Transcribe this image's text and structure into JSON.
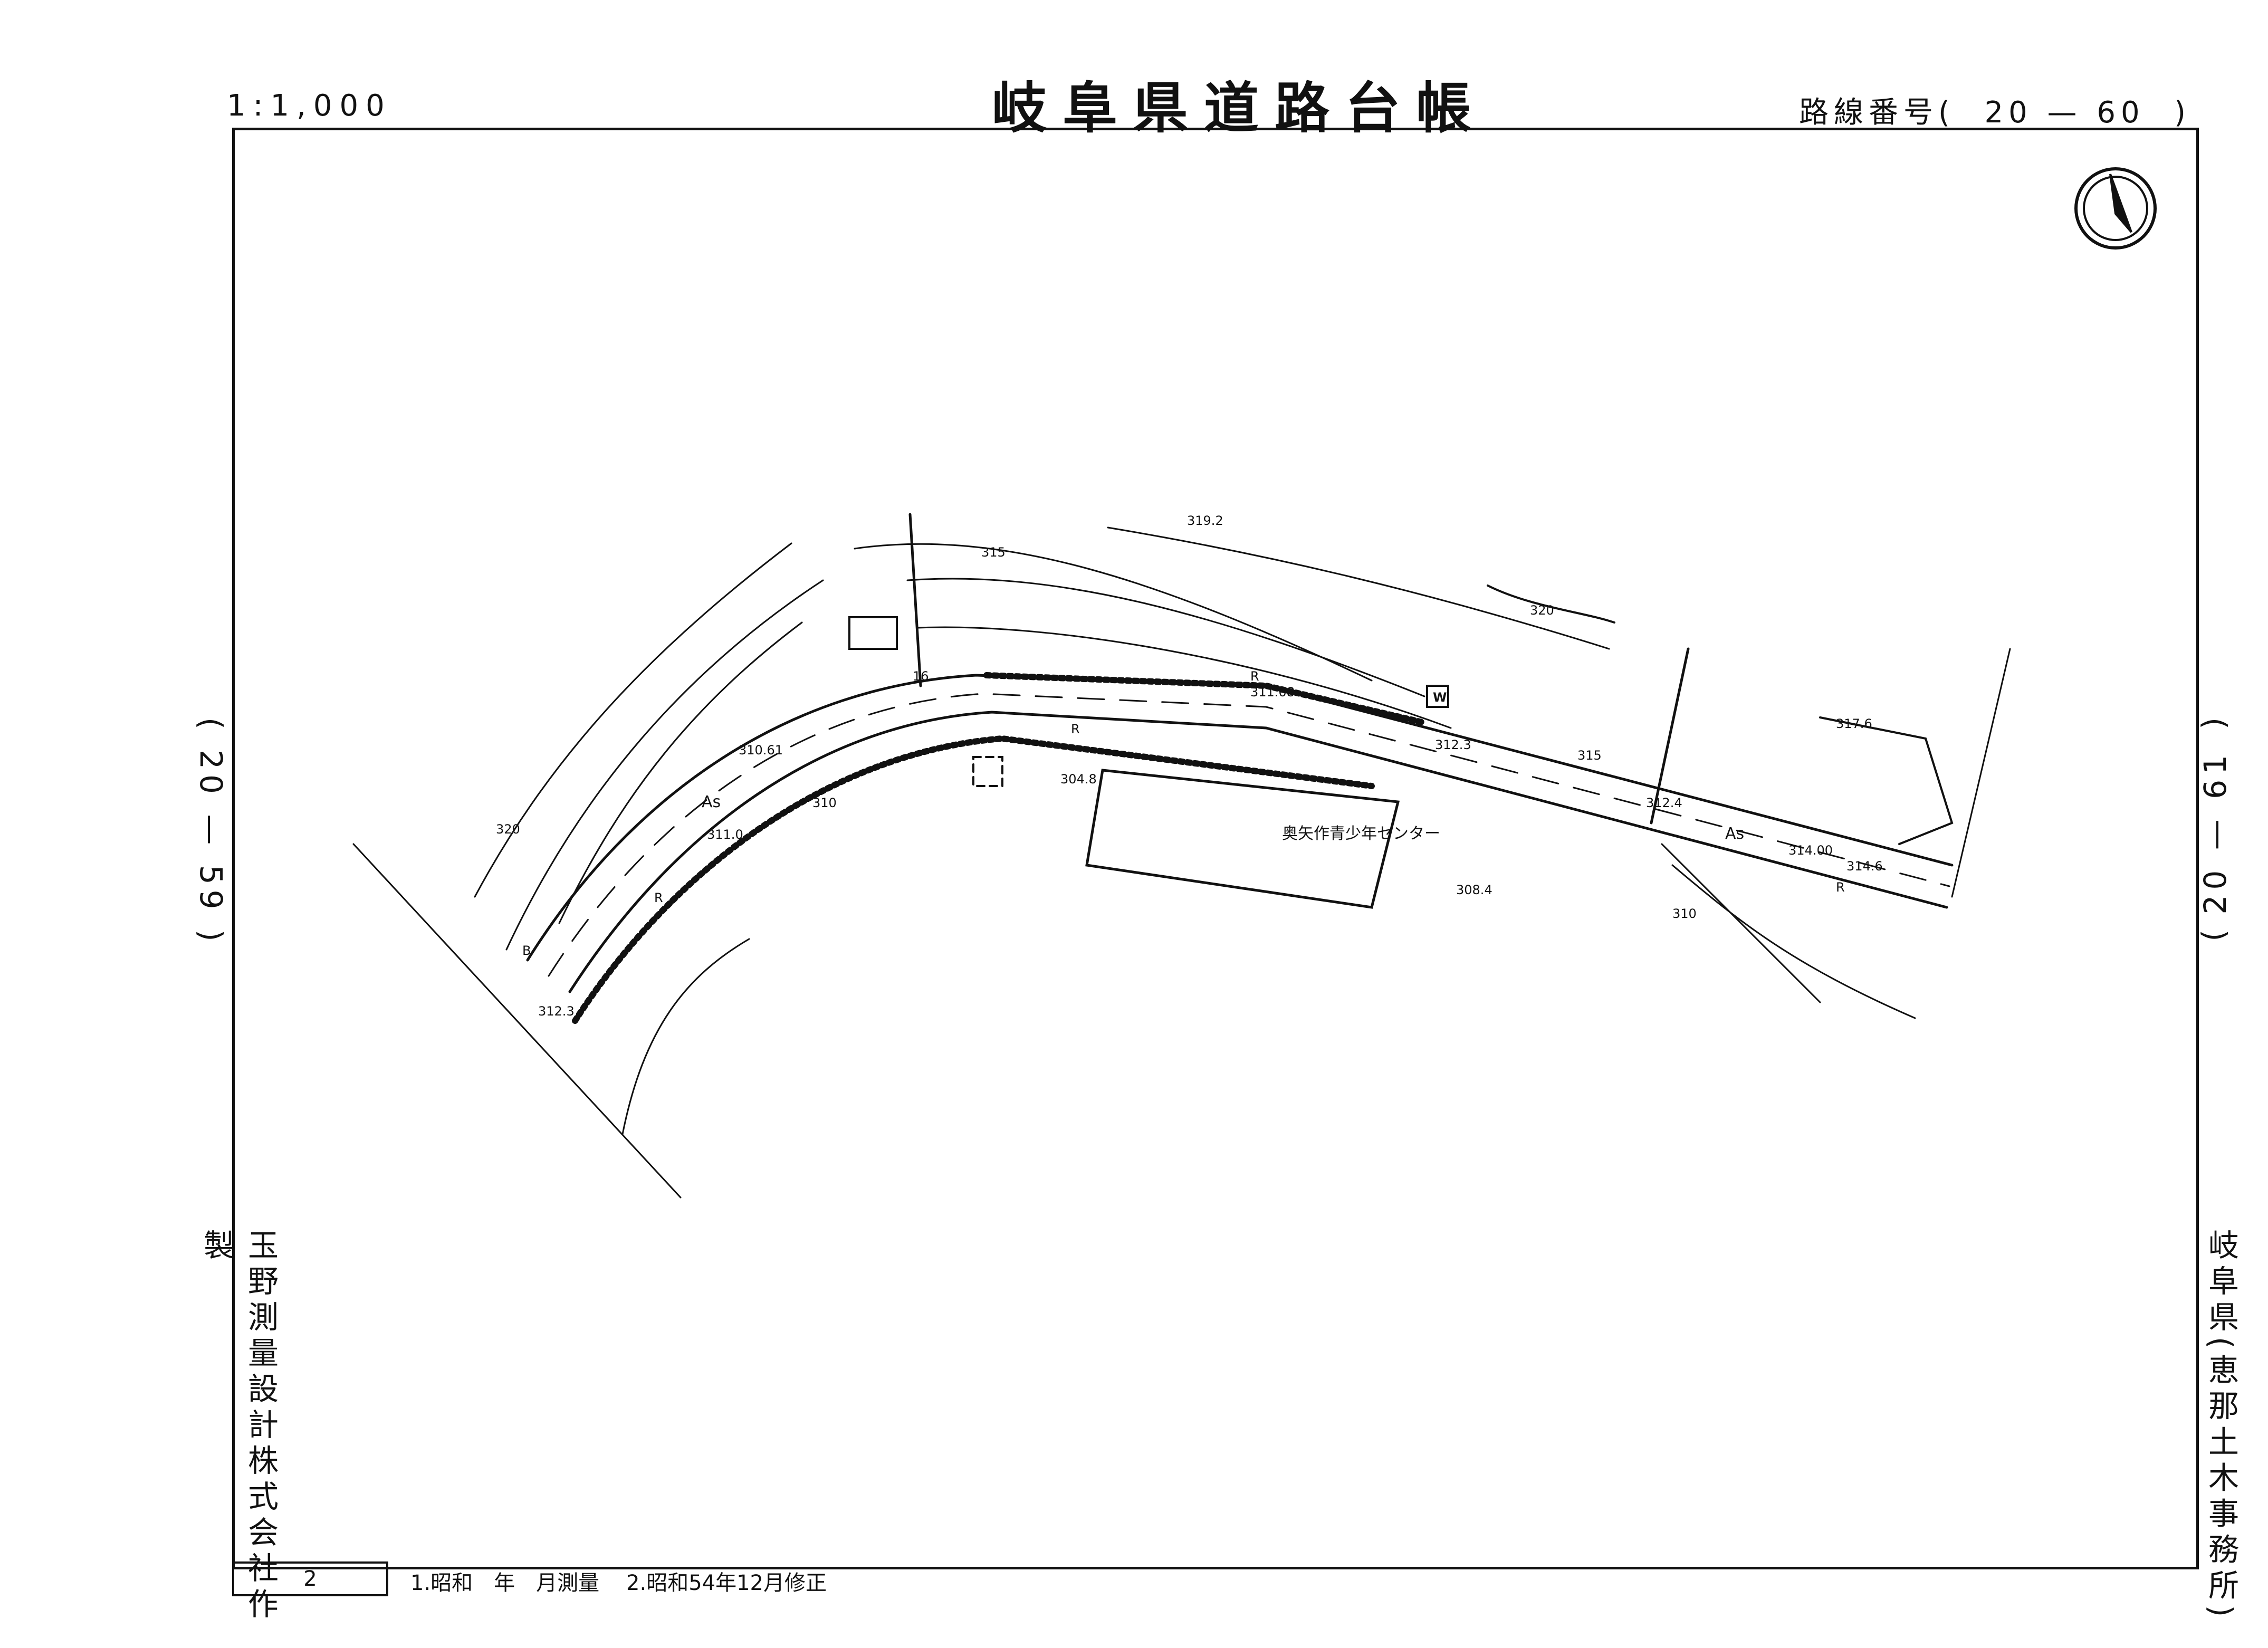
{
  "header": {
    "scale": "1:1,000",
    "title": "岐阜県道路台帳",
    "route_label": "路線番号",
    "route_number": "20 — 60"
  },
  "adjacent_sheets": {
    "left": "20 — 59",
    "right": "20 — 61"
  },
  "side_text": {
    "company": "玉野測量設計株式会社作製",
    "office": "岐阜県(恵那土木事務所)"
  },
  "footer": {
    "sheet_number": "2",
    "note_1": "1.昭和　年　月測量",
    "note_2": "2.昭和54年12月修正"
  },
  "map": {
    "facility_name": "奥矢作青少年センター",
    "elevations": [
      "319.2",
      "317.6",
      "311.08",
      "312.3",
      "312.4",
      "314.00",
      "314.6",
      "310.61",
      "311.0",
      "304.8",
      "308.4",
      "312.3"
    ],
    "contours": [
      "315",
      "320",
      "315",
      "320",
      "310",
      "310",
      "315"
    ],
    "road_labels": [
      "As",
      "As",
      "R",
      "R",
      "R",
      "R"
    ],
    "symbols": [
      "W",
      "16",
      "B"
    ],
    "colors": {
      "ink": "#111111",
      "paper": "#ffffff"
    }
  }
}
